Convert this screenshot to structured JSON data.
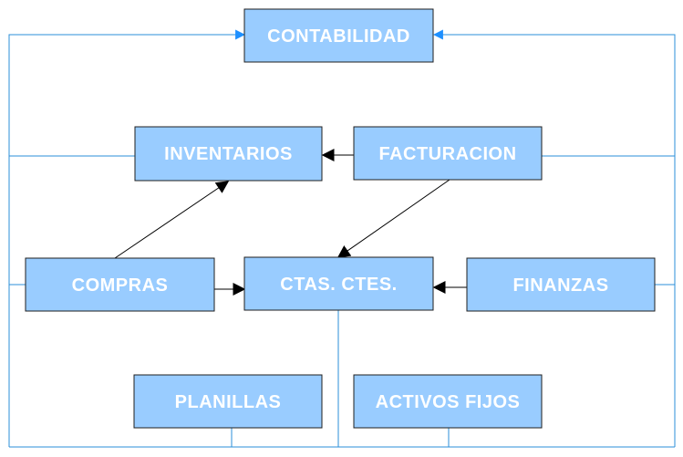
{
  "colors": {
    "box_fill": "#99ccff",
    "box_border": "#1f1f1f",
    "box_text": "#ffffff",
    "bus_line": "#2b8fd9",
    "arrow_black": "#000000"
  },
  "boxes": {
    "contabilidad": "CONTABILIDAD",
    "inventarios": "INVENTARIOS",
    "facturacion": "FACTURACION",
    "compras": "COMPRAS",
    "ctas_ctes": "CTAS. CTES.",
    "finanzas": "FINANZAS",
    "planillas": "PLANILLAS",
    "activos_fijos": "ACTIVOS FIJOS"
  }
}
